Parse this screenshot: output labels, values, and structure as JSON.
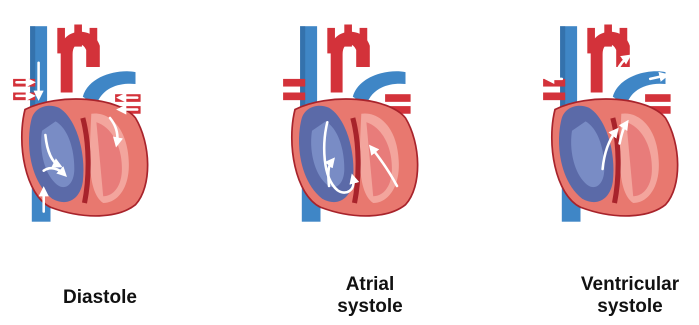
{
  "figure": {
    "colors": {
      "vein_blue": "#3f86c6",
      "vein_blue_dark": "#2a5d93",
      "artery_red": "#d3323a",
      "artery_red_dark": "#a8232b",
      "myocardium": "#e8786f",
      "myocardium_light": "#f3a59d",
      "chamber_blue": "#5b6aa8",
      "chamber_blue_light": "#8ea4d8",
      "flow_arrow": "#ffffff"
    },
    "icons": [
      "heart-illustration",
      "blood-flow-arrow"
    ],
    "panels": [
      {
        "id": "diastole",
        "caption_lines": [
          "Diastole"
        ]
      },
      {
        "id": "atrial-systole",
        "caption_lines": [
          "Atrial",
          "systole"
        ]
      },
      {
        "id": "ventricular-systole",
        "caption_lines": [
          "Ventricular",
          "systole"
        ]
      }
    ]
  }
}
